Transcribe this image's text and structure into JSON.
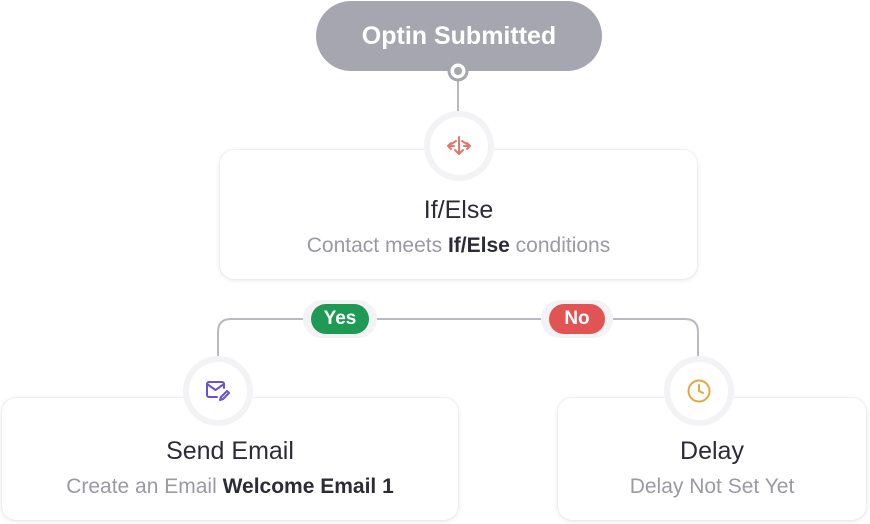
{
  "trigger": {
    "label": "Optin Submitted"
  },
  "nodes": {
    "ifelse": {
      "title": "If/Else",
      "subtitle_prefix": "Contact meets ",
      "subtitle_bold": "If/Else",
      "subtitle_suffix": " conditions",
      "icon": "split-arrows-icon"
    },
    "send_email": {
      "title": "Send Email",
      "subtitle_prefix": "Create an Email ",
      "subtitle_bold": "Welcome Email 1",
      "icon": "email-edit-icon"
    },
    "delay": {
      "title": "Delay",
      "subtitle": "Delay Not Set Yet",
      "icon": "clock-icon"
    }
  },
  "branches": {
    "yes": {
      "label": "Yes",
      "color": "#1f9a54"
    },
    "no": {
      "label": "No",
      "color": "#e25454"
    }
  },
  "colors": {
    "trigger_bg": "#a6a6b0",
    "connector": "#b9b9c1",
    "ifelse_icon": "#e4776a",
    "email_icon": "#6a4fd8",
    "delay_icon": "#e3a93a"
  }
}
